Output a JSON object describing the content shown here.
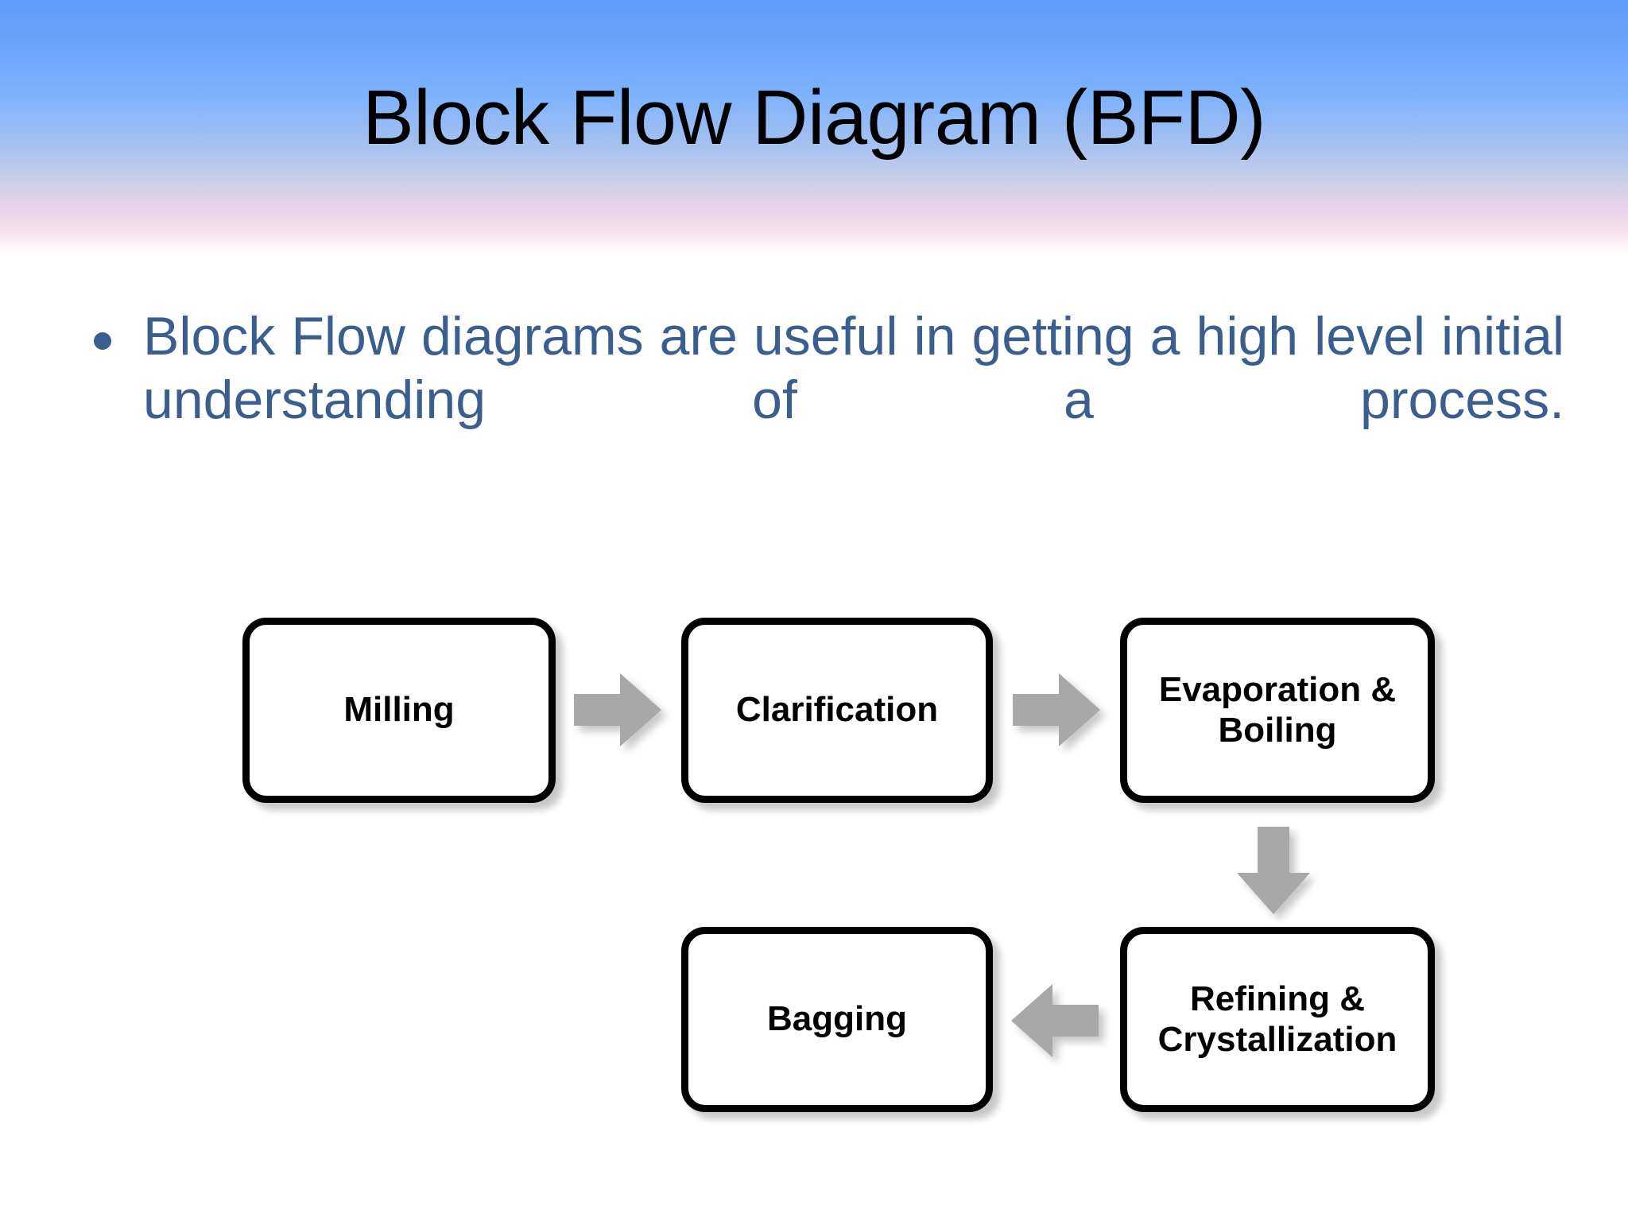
{
  "slide": {
    "title": "Block Flow Diagram (BFD)",
    "bullet_text": "Block Flow diagrams are useful in getting a high level initial understanding of a process."
  },
  "colors": {
    "header_gradient_top": "#5d9cfb",
    "header_gradient_mid": "#cfcfe8",
    "header_gradient_pink": "#f6dfeb",
    "header_gradient_bottom": "#ffffff",
    "bullet_text": "#3a5f8f",
    "node_border": "#000000",
    "node_fill": "#ffffff",
    "node_label": "#000000",
    "arrow_fill": "#a8a8a8",
    "slide_background": "#ffffff"
  },
  "diagram": {
    "nodes": [
      {
        "id": "milling",
        "label": "Milling"
      },
      {
        "id": "clarification",
        "label": "Clarification"
      },
      {
        "id": "evaporation",
        "label": "Evaporation & Boiling"
      },
      {
        "id": "bagging",
        "label": "Bagging"
      },
      {
        "id": "refining",
        "label": "Refining & Crystallization"
      }
    ],
    "arrows": [
      {
        "id": "arrow-1",
        "direction": "right",
        "from": "milling",
        "to": "clarification"
      },
      {
        "id": "arrow-2",
        "direction": "right",
        "from": "clarification",
        "to": "evaporation"
      },
      {
        "id": "arrow-3",
        "direction": "down",
        "from": "evaporation",
        "to": "refining"
      },
      {
        "id": "arrow-4",
        "direction": "left",
        "from": "refining",
        "to": "bagging"
      }
    ]
  }
}
